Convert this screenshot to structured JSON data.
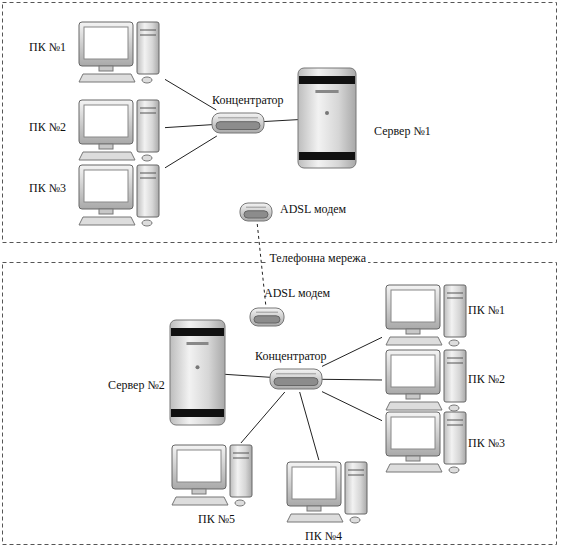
{
  "diagram": {
    "nodes": [
      {
        "text": [
          "ПК №1"
        ]
      },
      {
        "text": [
          "ПК №2"
        ]
      },
      {
        "text": [
          "ПК №3"
        ]
      },
      {
        "text": [
          "Концентратор"
        ]
      },
      {
        "text": [
          "Сервер №1"
        ]
      },
      {
        "text": [
          "ADSL модем"
        ]
      },
      {
        "text": [
          "ADSL модем"
        ]
      },
      {
        "text": [
          "Сервер №2"
        ]
      },
      {
        "text": [
          "Концентратор"
        ]
      },
      {
        "text": [
          "ПК №1"
        ]
      },
      {
        "text": [
          "ПК №2"
        ]
      },
      {
        "text": [
          "ПК №3"
        ]
      },
      {
        "text": [
          "ПК №5"
        ]
      },
      {
        "text": [
          "ПК №4"
        ]
      }
    ],
    "edges": [
      {
        "from": 0,
        "to": 3,
        "arrow": "none"
      },
      {
        "from": 1,
        "to": 3,
        "arrow": "none"
      },
      {
        "from": 2,
        "to": 3,
        "arrow": "none"
      },
      {
        "from": 3,
        "to": 4,
        "arrow": "none"
      },
      {
        "from": 5,
        "to": 6,
        "label": "Телефонна мережа",
        "arrow": "none"
      },
      {
        "from": 7,
        "to": 8,
        "arrow": "none"
      },
      {
        "from": 8,
        "to": 9,
        "arrow": "none"
      },
      {
        "from": 8,
        "to": 10,
        "arrow": "none"
      },
      {
        "from": 8,
        "to": 11,
        "arrow": "none"
      },
      {
        "from": 8,
        "to": 12,
        "arrow": "none"
      },
      {
        "from": 8,
        "to": 13,
        "arrow": "none"
      }
    ]
  }
}
